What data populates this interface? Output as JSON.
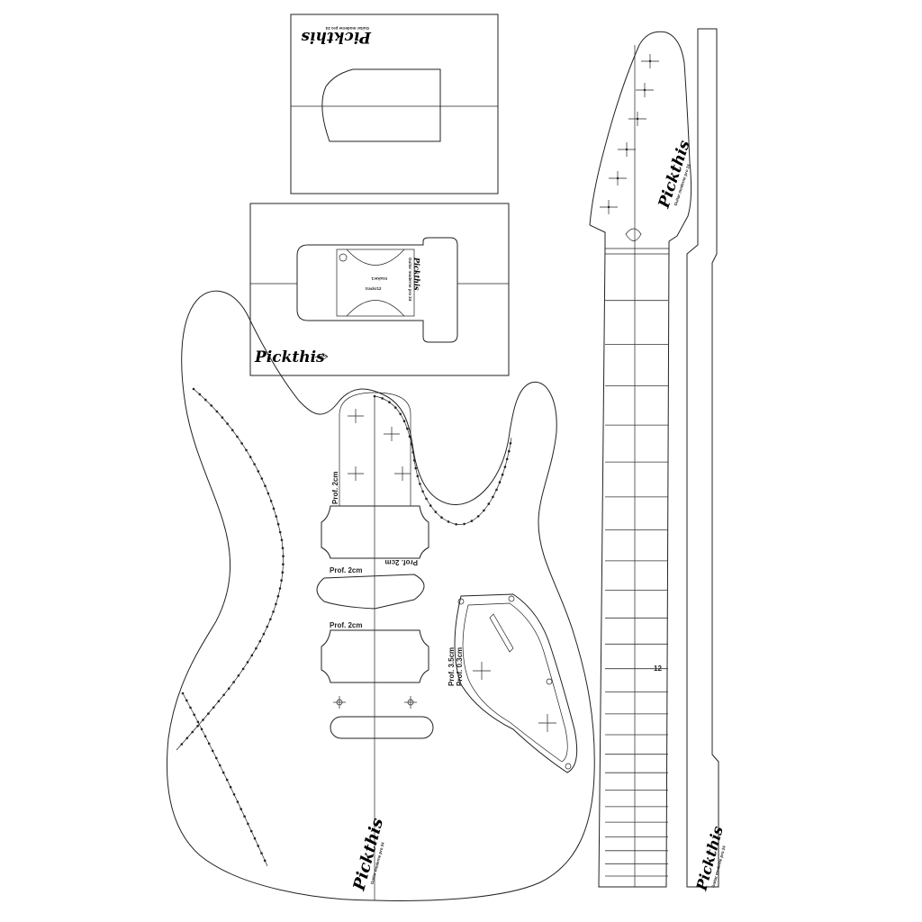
{
  "brand": {
    "logo": "Pickthis",
    "subline": "Guitar moderne pro 24"
  },
  "labels": {
    "prof_2cm": "Prof. 2cm",
    "prof_2cm_flipped": "Prof. 2cm",
    "prof_2cm_mid": "Prof. 2cm",
    "prof_2cm_bridge": "Prof. 2cm",
    "prof_3_5cm": "Prof. 3.5cm",
    "prof_0_3cm": "Prof. 0.3cm",
    "fret_12": "12",
    "template_name_1": "tracker1",
    "template_name_2": "trackr12"
  },
  "neck": {
    "fret_count": 24,
    "fret_number_label": "12"
  },
  "colors": {
    "line": "#222222",
    "background": "#ffffff"
  }
}
